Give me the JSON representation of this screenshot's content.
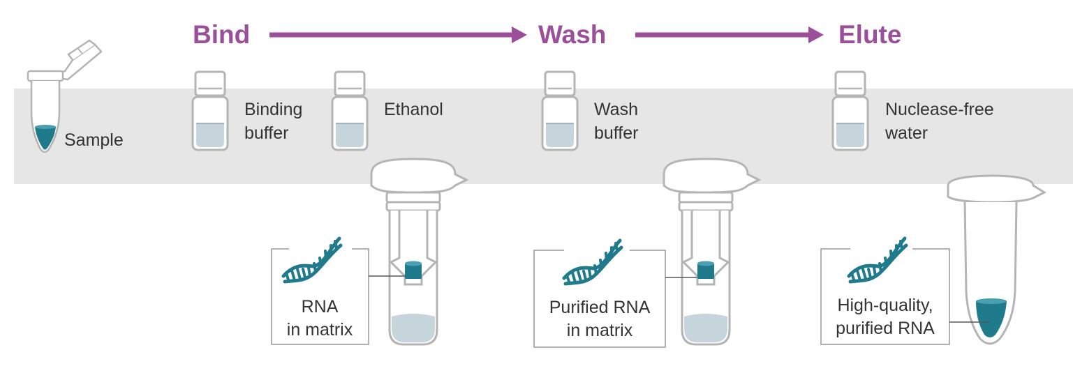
{
  "steps": {
    "bind": "Bind",
    "wash": "Wash",
    "elute": "Elute"
  },
  "reagents": {
    "sample": "Sample",
    "binding_buffer": [
      "Binding",
      "buffer"
    ],
    "ethanol": "Ethanol",
    "wash_buffer": [
      "Wash",
      "buffer"
    ],
    "nuclease_free_water": [
      "Nuclease-free",
      "water"
    ]
  },
  "callouts": {
    "rna_matrix": [
      "RNA",
      "in matrix"
    ],
    "purified_rna_matrix": [
      "Purified RNA",
      "in matrix"
    ],
    "high_quality_rna": [
      "High-quality,",
      "purified RNA"
    ]
  },
  "icons": [
    "microtube-icon",
    "reagent-vial-icon",
    "spin-column-icon",
    "collection-tube-icon",
    "rna-helix-icon",
    "right-arrow-icon"
  ],
  "colors": {
    "step_purple": "#9b4f9b",
    "rna_teal": "#1f7a8c",
    "liquid_light": "#c6d4db",
    "outline_gray": "#b4b4b4",
    "band_gray": "#e6e6e6",
    "text": "#333333"
  }
}
